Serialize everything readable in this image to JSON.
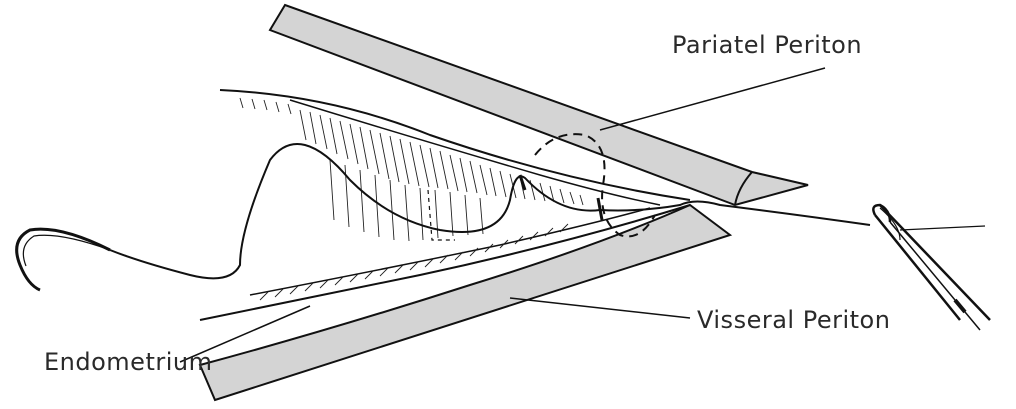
{
  "labels": {
    "parietal": "Pariatel Periton",
    "visceral": "Visseral Periton",
    "endometrium": "Endometrium"
  },
  "colors": {
    "peritoneum_fill": "#d4d4d4",
    "line": "#111111",
    "text": "#2a2a2a",
    "background": "#ffffff"
  },
  "icons": {
    "needle": "curved-suture-needle",
    "forceps": "needle-holder-forceps"
  }
}
